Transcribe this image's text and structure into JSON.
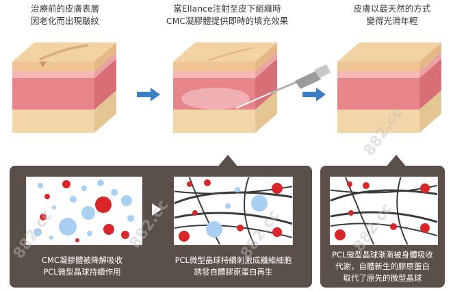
{
  "captions": {
    "step1": "治療前的皮膚表層\n因老化而出現皺紋",
    "step2": "當Ellance注射至皮下組織時\nCMC凝膠體提供即時的填充效果",
    "step3": "皮膚以最天然的方式\n變得光滑年輕"
  },
  "panels": {
    "left_text": "CMC凝膠體被降解吸收\nPCL微型晶球持續作用",
    "middle_text": "PCL微型晶球持續刺激成纖維細胞\n誘發自體膠原蛋白再生",
    "right_text": "PCL微型晶球漸漸被身體吸收\n代謝，自體新生的膠原蛋白\n取代了原先的微型晶球"
  },
  "watermark": "882.cc",
  "colors": {
    "panel_bg": "#5b4f49",
    "skin_top": "#f3d2a4",
    "dermis": "#e8858a",
    "subcut": "#f2d6a8",
    "arrow": "#3b7ec4",
    "gel": "#a9cff2",
    "pcl": "#d9262b",
    "collagen": "#3a3a3a"
  },
  "icons": {
    "arrow_1": "arrow-right-icon",
    "arrow_2": "arrow-right-icon",
    "play_arrow": "triangle-right-icon"
  }
}
